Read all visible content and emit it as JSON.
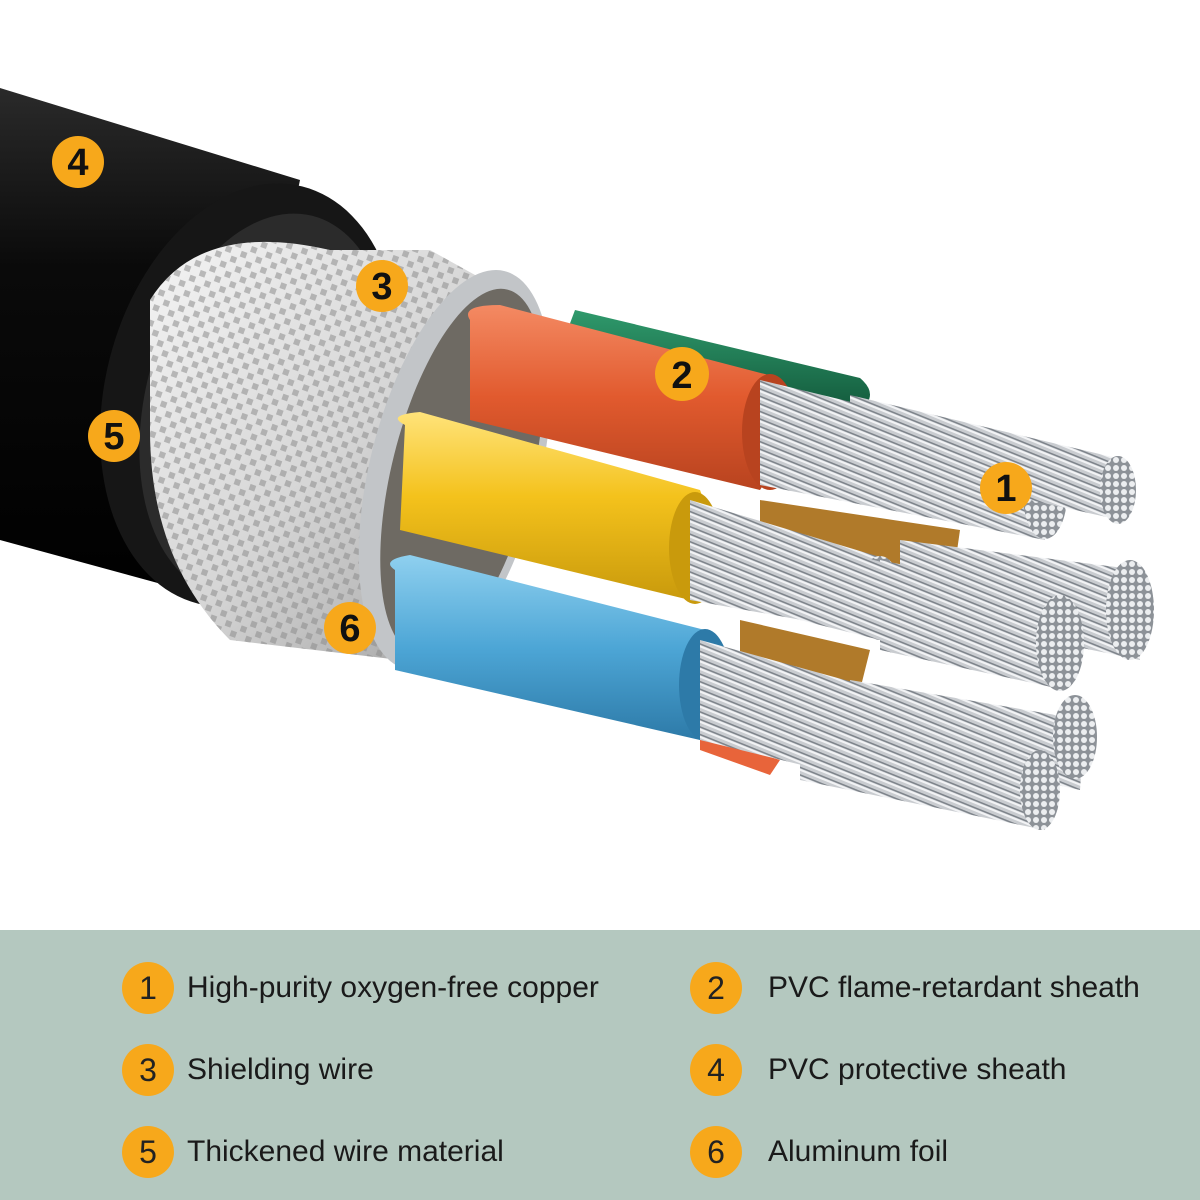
{
  "colors": {
    "marker": "#f7a81b",
    "legend_background": "#b4c8bf",
    "outer_sheath": "#0d0d0d",
    "inner_layer": "#1c1c1c",
    "shield": "#d9d9d9",
    "conductor_orange": "#e8643a",
    "conductor_green": "#1f7a55",
    "conductor_yellow": "#f4c21c",
    "conductor_blue": "#4da6d6",
    "copper_strands": "#c9ccd0"
  },
  "markers": [
    "1",
    "2",
    "3",
    "4",
    "5",
    "6"
  ],
  "legend": {
    "items": [
      {
        "number": "1",
        "label": "High-purity oxygen-free copper"
      },
      {
        "number": "2",
        "label": "PVC flame-retardant sheath"
      },
      {
        "number": "3",
        "label": "Shielding wire"
      },
      {
        "number": "4",
        "label": "PVC protective sheath"
      },
      {
        "number": "5",
        "label": "Thickened wire material"
      },
      {
        "number": "6",
        "label": "Aluminum foil"
      }
    ]
  }
}
